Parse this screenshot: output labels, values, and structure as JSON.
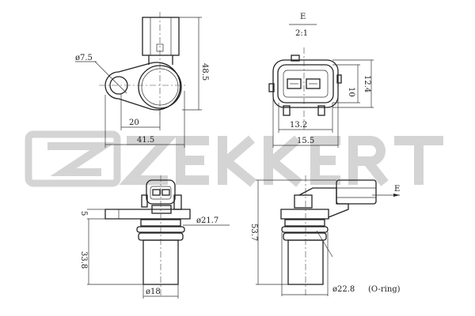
{
  "brand": {
    "logo_text": "ZEKKERT",
    "watermark_color": "#d4d4d4"
  },
  "views": {
    "top_left": {
      "dia_hole": "ø7.5",
      "height": "48.5",
      "hole_offset": "20",
      "width": "41.5"
    },
    "detail_e": {
      "label": "E",
      "scale": "2:1",
      "outer_h": "12.4",
      "inner_h": "10",
      "inner_w": "13.2",
      "outer_w": "15.5"
    },
    "bottom_left": {
      "flange_t": "5",
      "dia_body": "ø21.7",
      "body_len": "33.8",
      "dia_tip": "ø18"
    },
    "bottom_right": {
      "view_marker": "E",
      "total_len": "53.7",
      "dia_oring": "ø22.8",
      "oring_note": "(O-ring)"
    }
  }
}
